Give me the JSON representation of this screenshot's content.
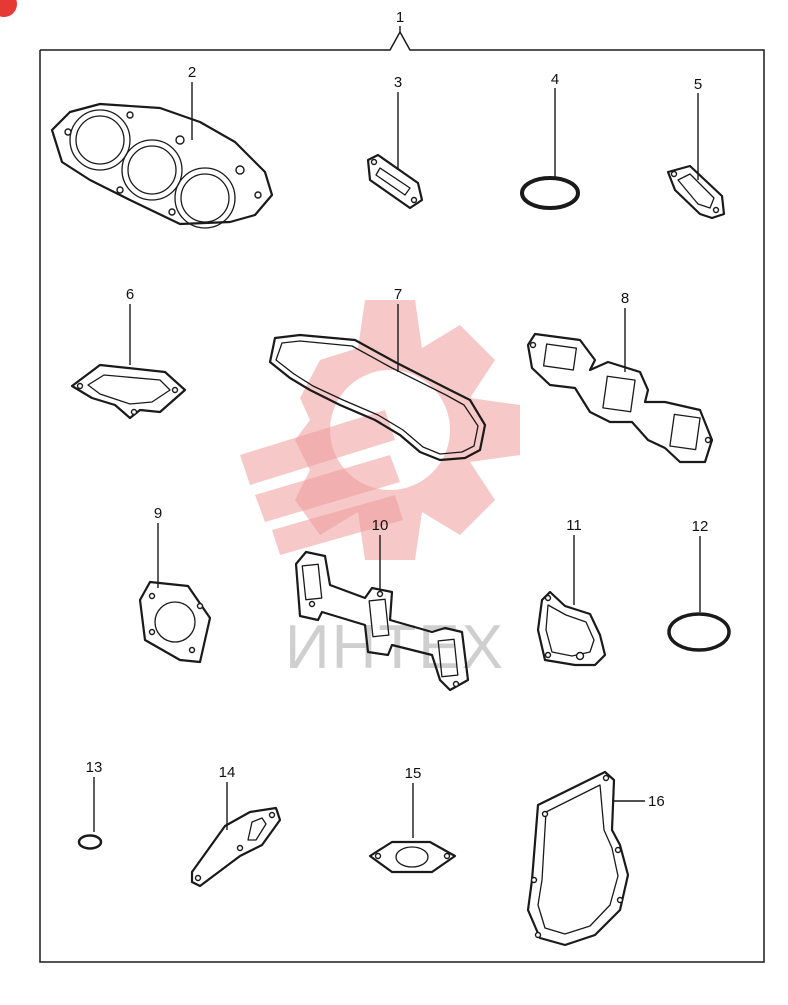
{
  "diagram": {
    "assembly_label": "1",
    "parts": [
      {
        "label": "2"
      },
      {
        "label": "3"
      },
      {
        "label": "4"
      },
      {
        "label": "5"
      },
      {
        "label": "6"
      },
      {
        "label": "7"
      },
      {
        "label": "8"
      },
      {
        "label": "9"
      },
      {
        "label": "10"
      },
      {
        "label": "11"
      },
      {
        "label": "12"
      },
      {
        "label": "13"
      },
      {
        "label": "14"
      },
      {
        "label": "15"
      },
      {
        "label": "16"
      }
    ],
    "watermark": "ИНТЕХ"
  },
  "colors": {
    "line": "#1a1a1a",
    "watermark": "#ef9a9a",
    "watermark_text": "#cfcfcf",
    "badge": "#e53935"
  }
}
